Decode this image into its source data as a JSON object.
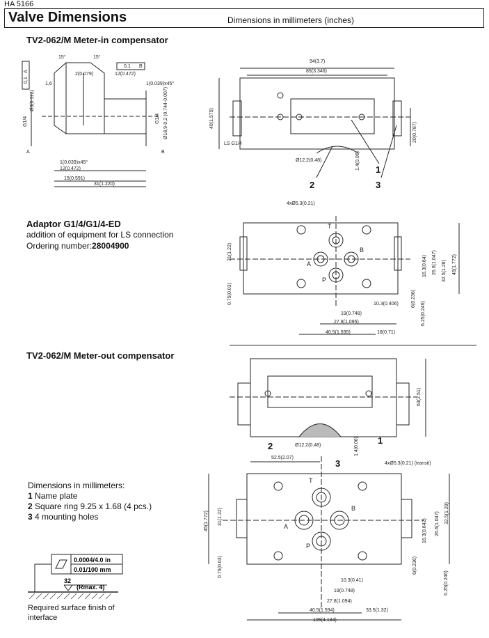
{
  "header": {
    "doc_id": "HA 5166",
    "title": "Valve Dimensions",
    "units_note": "Dimensions in millimeters (inches)"
  },
  "section1": {
    "title": "TV2-062/M Meter-in compensator",
    "left_dims": [
      "15°",
      "15°",
      "2(0.079)",
      "0,1",
      "B",
      "12(0.472)",
      "1(0.039)x45°",
      "Ø3(0.118)",
      "G1/4",
      "G1/4",
      "Ø18,9-0,2 (0.744-0.007)",
      "1(0.039)x45°",
      "12(0.472)",
      "15(0.591)",
      "31(1.220)",
      "A",
      "B",
      "0,1",
      "A",
      "1,6"
    ],
    "right_dims": [
      "94(3.7)",
      "85(3.346)",
      "40(1.575)",
      "20(0.787)",
      "LS G1/4",
      "Ø12.2(0.48)",
      "1.4(0.06)"
    ],
    "callouts": [
      "1",
      "2",
      "3"
    ]
  },
  "section2": {
    "title": "Adaptor G1/4/G1/4-ED",
    "line1": "addition of equipment for LS connection",
    "ordering_label": "Ordering number:",
    "ordering_number": "28004900",
    "dims": [
      "4xØ5.3(0.21)",
      "31(1.22)",
      "0.75(0.03)",
      "26.6(1.047)",
      "32.5(1.28)",
      "45(1.772)",
      "16.3(0.64)",
      "10.3(0.406)",
      "19(0.748)",
      "27.8(1.095)",
      "6(0.236)",
      "6.25(0.246)",
      "40.5(1.595)",
      "18(0.71)"
    ],
    "port_labels": [
      "T",
      "B",
      "A",
      "P"
    ]
  },
  "section3": {
    "title": "TV2-062/M Meter-out compensator",
    "dims_top": [
      "63(2.51)",
      "Ø12.2(0.48)",
      "1.4(0.06)"
    ],
    "dims_bottom": [
      "52.5(2.07)",
      "4xØ5.3(0.21) (transit)",
      "45(1.772)",
      "31(1.22)",
      "26.6(1.047)",
      "32.5(1.28)",
      "16.3(0.642)",
      "0.75(0.03)",
      "6(0.236)",
      "10.3(0.41)",
      "19(0.748)",
      "27.8(1.094)",
      "40.5(1.594)",
      "33.5(1.32)",
      "105(4.134)",
      "6.25(0.246)"
    ],
    "port_labels": [
      "T",
      "B",
      "A",
      "P"
    ],
    "callouts": [
      "2",
      "1",
      "3"
    ]
  },
  "legend": {
    "heading": "Dimensions in millimeters:",
    "items": [
      {
        "num": "1",
        "text": "Name plate"
      },
      {
        "num": "2",
        "text": "Square ring 9.25 x 1.68 (4 pcs.)"
      },
      {
        "num": "3",
        "text": "4 mounting holes"
      }
    ]
  },
  "surface": {
    "flatness1": "0.0004/4.0 in",
    "flatness2": "0.01/100 mm",
    "roughness_value": "32",
    "roughness_note": "(Rmax. 4)",
    "caption": "Required surface finish of interface"
  }
}
